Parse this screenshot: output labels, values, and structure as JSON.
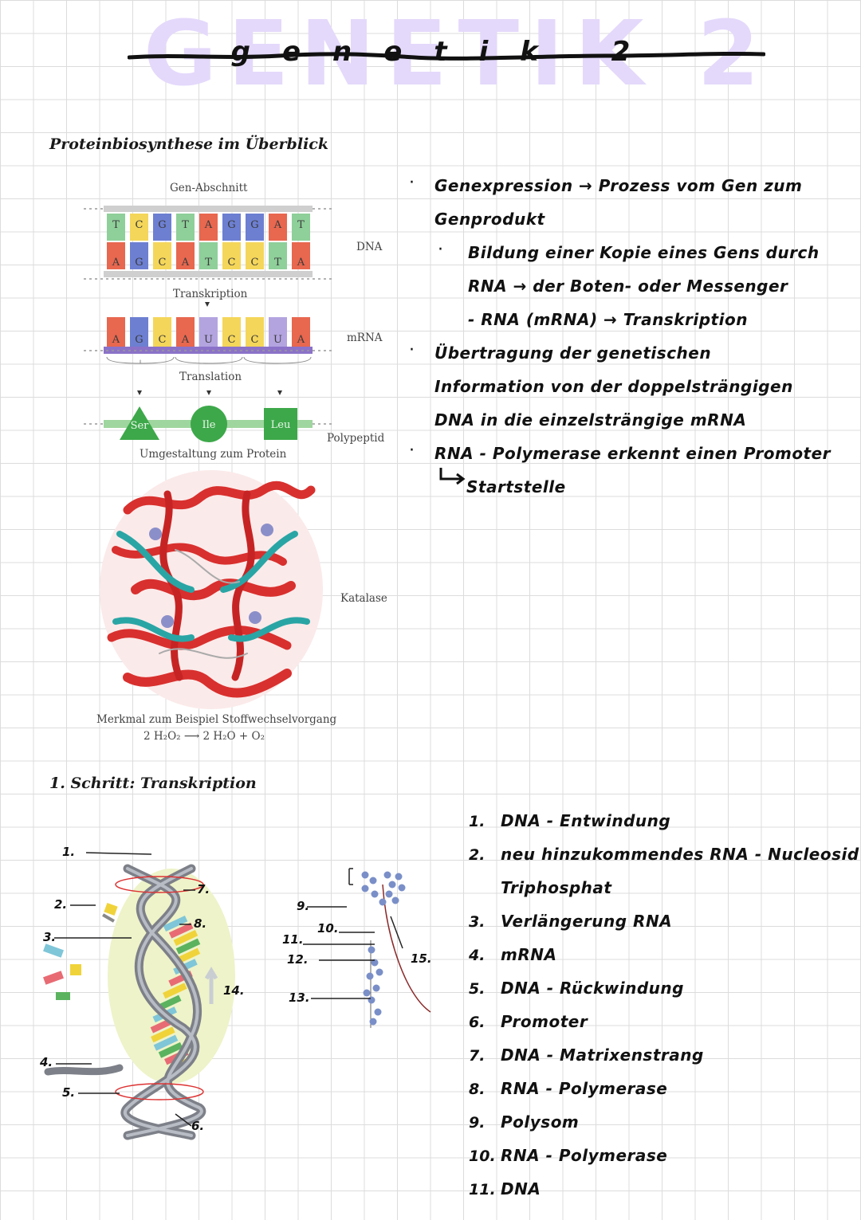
{
  "title": "GENETIK 2",
  "title_script": "genetik 2",
  "section1": {
    "heading": "Proteinbiosynthese im Überblick",
    "figure": {
      "gen_abschnitt": "Gen-Abschnitt",
      "dna_label": "DNA",
      "dna_top": [
        "T",
        "C",
        "G",
        "T",
        "A",
        "G",
        "G",
        "A",
        "T"
      ],
      "dna_bottom": [
        "A",
        "G",
        "C",
        "A",
        "T",
        "C",
        "C",
        "T",
        "A"
      ],
      "transkription": "Transkription",
      "mrna_label": "mRNA",
      "mrna": [
        "A",
        "G",
        "C",
        "A",
        "U",
        "C",
        "C",
        "U",
        "A"
      ],
      "translation": "Translation",
      "aminoacids": [
        "Ser",
        "Ile",
        "Leu"
      ],
      "polypeptid": "Polypeptid",
      "umgestaltung": "Umgestaltung zum Protein",
      "katalase": "Katalase",
      "merkmal": "Merkmal zum Beispiel Stoffwechselvorgang",
      "reaction": "2 H₂O₂  ⟶  2 H₂O + O₂"
    },
    "notes": [
      {
        "level": 1,
        "lines": [
          "Genexpression → Prozess vom Gen zum",
          "Genprodukt"
        ]
      },
      {
        "level": 2,
        "lines": [
          "Bildung einer Kopie eines Gens durch",
          "RNA → der Boten- oder Messenger",
          "- RNA (mRNA) → Transkription"
        ]
      },
      {
        "level": 1,
        "lines": [
          "Übertragung der genetischen",
          "Information von der doppelsträngigen",
          "DNA in die einzelsträngige mRNA"
        ]
      },
      {
        "level": 1,
        "lines": [
          "RNA - Polymerase erkennt einen Promoter",
          "Startstelle"
        ]
      }
    ]
  },
  "section2": {
    "heading": "1. Schritt: Transkription",
    "diagram_numbers": [
      "1.",
      "2.",
      "3.",
      "4.",
      "5.",
      "6.",
      "7.",
      "8.",
      "9.",
      "10.",
      "11.",
      "12.",
      "13.",
      "14.",
      "15."
    ],
    "list": [
      {
        "num": "1.",
        "text": "DNA - Entwindung"
      },
      {
        "num": "2.",
        "text": "neu hinzukommendes RNA - Nucleosid"
      },
      {
        "num": "",
        "text": "Triphosphat"
      },
      {
        "num": "3.",
        "text": "Verlängerung RNA"
      },
      {
        "num": "4.",
        "text": "mRNA"
      },
      {
        "num": "5.",
        "text": "DNA - Rückwindung"
      },
      {
        "num": "6.",
        "text": "Promoter"
      },
      {
        "num": "7.",
        "text": "DNA - Matrixenstrang"
      },
      {
        "num": "8.",
        "text": "RNA - Polymerase"
      },
      {
        "num": "9.",
        "text": "Polysom"
      },
      {
        "num": "10.",
        "text": "RNA - Polymerase"
      },
      {
        "num": "11.",
        "text": "DNA"
      }
    ]
  },
  "colors": {
    "title_fill": "#e4d9fb",
    "base_A": "#e8674f",
    "base_T": "#8fcf9a",
    "base_G": "#6d7fd1",
    "base_C": "#f4d65a",
    "base_U": "#b3a4e0",
    "backbone": "#c9c9c9",
    "mrna_bar": "#8b72c8",
    "peptide": "#6bbf6b",
    "protein_red": "#d8302e",
    "protein_teal": "#2aa5a5"
  }
}
